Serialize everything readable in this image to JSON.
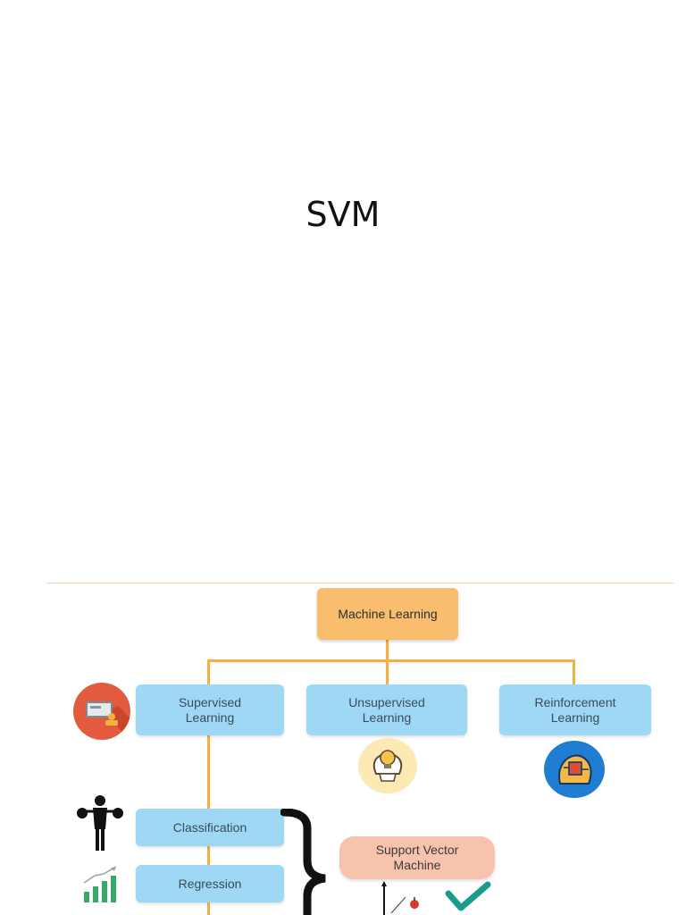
{
  "slide": {
    "title": "SVM"
  },
  "diagram": {
    "root": "Machine Learning",
    "branches": [
      {
        "label": "Supervised Learning",
        "icon": "teacher-board-icon"
      },
      {
        "label": "Unsupervised Learning",
        "icon": "brain-lightbulb-icon"
      },
      {
        "label": "Reinforcement Learning",
        "icon": "robot-head-icon"
      }
    ],
    "supervised_children": [
      "Classification",
      "Regression"
    ],
    "algorithm": "Support Vector Machine",
    "colors": {
      "connector": "#f5b043",
      "root_fill": "#f9bd6e",
      "node_fill": "#9ed8f5",
      "algorithm_fill": "#f8c3ad",
      "check": "#1a9c8c"
    }
  }
}
